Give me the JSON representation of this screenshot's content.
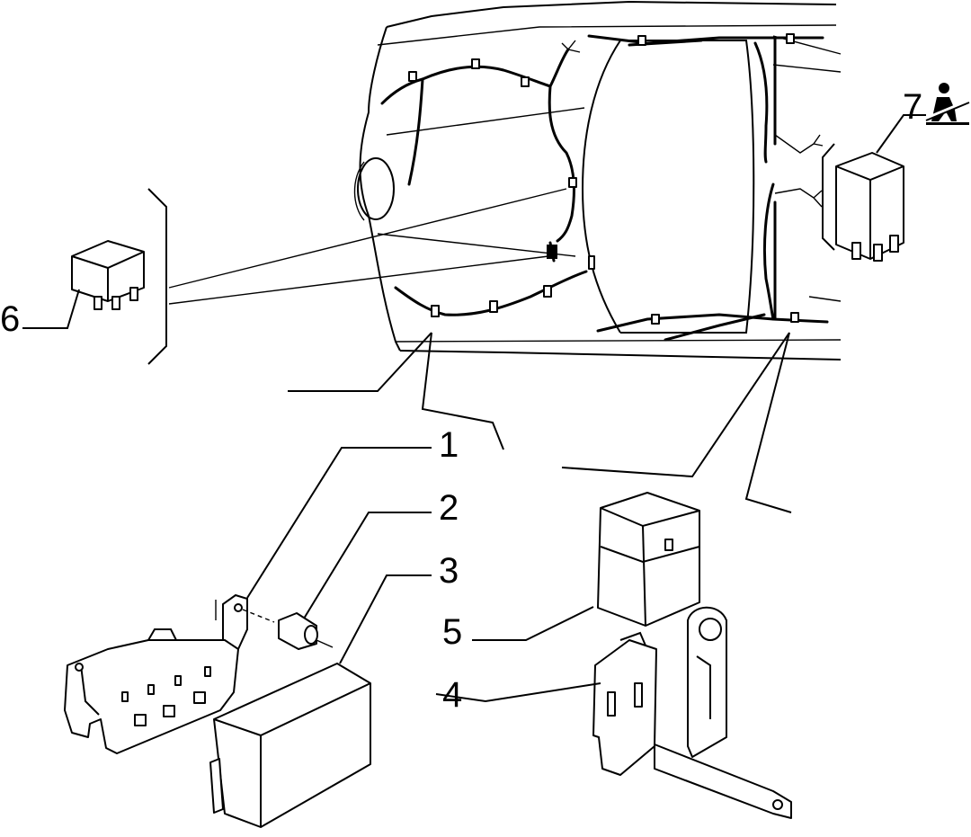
{
  "figure": {
    "callouts": [
      "1",
      "2",
      "3",
      "4",
      "5",
      "6",
      "7"
    ]
  },
  "icons": {
    "seatbelt": "seatbelt-warning-icon"
  }
}
